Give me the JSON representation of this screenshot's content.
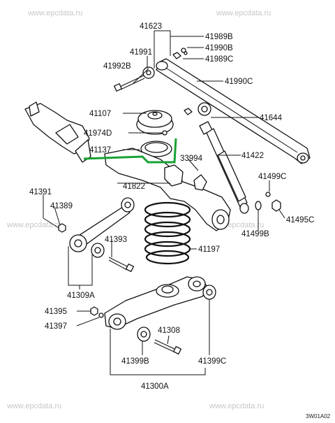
{
  "watermark": "www.epcdata.ru",
  "diagram_code": "3W01A02",
  "highlight_color": "#17a233",
  "parts": [
    {
      "id": "p41623",
      "label": "41623"
    },
    {
      "id": "p41989b",
      "label": "41989B"
    },
    {
      "id": "p41990b",
      "label": "41990B"
    },
    {
      "id": "p41991",
      "label": "41991"
    },
    {
      "id": "p41989c",
      "label": "41989C"
    },
    {
      "id": "p41992b",
      "label": "41992B"
    },
    {
      "id": "p41990c",
      "label": "41990C"
    },
    {
      "id": "p41107",
      "label": "41107"
    },
    {
      "id": "p41644",
      "label": "41644"
    },
    {
      "id": "p41974d",
      "label": "41974D"
    },
    {
      "id": "p41137",
      "label": "41137"
    },
    {
      "id": "p41422",
      "label": "41422"
    },
    {
      "id": "p33994",
      "label": "33994"
    },
    {
      "id": "p41822",
      "label": "41822"
    },
    {
      "id": "p41391",
      "label": "41391"
    },
    {
      "id": "p41499c",
      "label": "41499C"
    },
    {
      "id": "p41389",
      "label": "41389"
    },
    {
      "id": "p41495c",
      "label": "41495C"
    },
    {
      "id": "p41499b",
      "label": "41499B"
    },
    {
      "id": "p41393",
      "label": "41393"
    },
    {
      "id": "p41197",
      "label": "41197"
    },
    {
      "id": "p41309a",
      "label": "41309A"
    },
    {
      "id": "p41395",
      "label": "41395"
    },
    {
      "id": "p41397",
      "label": "41397"
    },
    {
      "id": "p41308",
      "label": "41308"
    },
    {
      "id": "p41399b",
      "label": "41399B"
    },
    {
      "id": "p41399c",
      "label": "41399C"
    },
    {
      "id": "p41300a",
      "label": "41300A"
    }
  ]
}
